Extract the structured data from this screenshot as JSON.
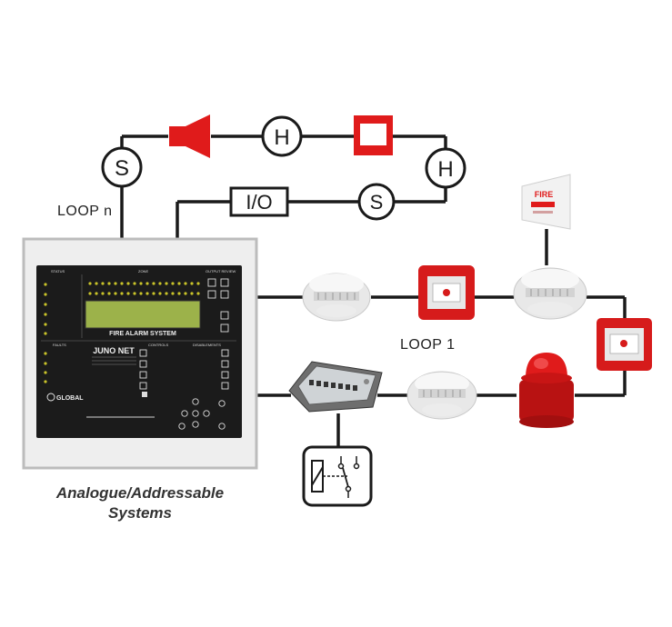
{
  "labels": {
    "loop_n": "LOOP n",
    "loop_1": "LOOP 1",
    "caption_line1": "Analogue/Addressable",
    "caption_line2": "Systems"
  },
  "symbols": {
    "smoke_detector": "S",
    "heat_detector": "H",
    "io_module": "I/O"
  },
  "device_text": {
    "fire_sign": "FIRE",
    "panel_title": "FIRE ALARM SYSTEM",
    "panel_brand": "JUNO NET",
    "panel_maker": "GLOBAL",
    "zone_header": "ZONE",
    "status_header": "STATUS",
    "faults_header": "FAULTS",
    "controls_header": "CONTROLS",
    "disablements_header": "DISABLEMENTS",
    "output_header": "OUTPUT REVIEW"
  },
  "colors": {
    "wire": "#1a1a1a",
    "alarm_red": "#e01b1b",
    "panel_black": "#1b1b1b",
    "panel_lcd": "#9cb24a",
    "led": "#c9c32a"
  }
}
